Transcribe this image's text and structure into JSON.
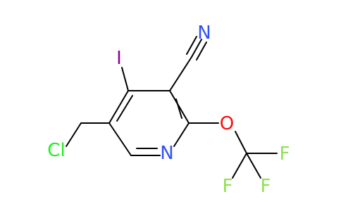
{
  "molecule": {
    "atoms": {
      "ring_nitrogen": {
        "label": "N",
        "color": "#3050F8"
      },
      "nitrile_nitrogen": {
        "label": "N",
        "color": "#3050F8"
      },
      "ether_oxygen": {
        "label": "O",
        "color": "#FF0D0D"
      },
      "iodine": {
        "label": "I",
        "color": "#940094"
      },
      "chlorine": {
        "label": "Cl",
        "color": "#1FF01F"
      },
      "fluorine_1": {
        "label": "F",
        "color": "#90E050"
      },
      "fluorine_2": {
        "label": "F",
        "color": "#90E050"
      },
      "fluorine_3": {
        "label": "F",
        "color": "#90E050"
      }
    },
    "bond_color": "#000000",
    "background_color": "#FFFFFF"
  }
}
